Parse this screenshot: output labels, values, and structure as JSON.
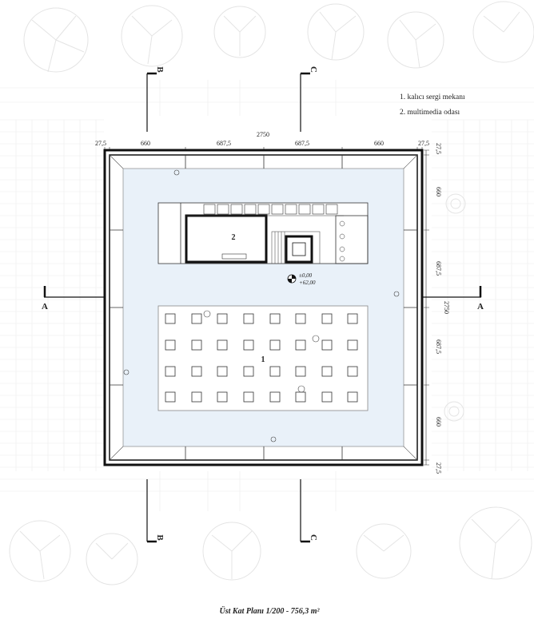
{
  "legend": {
    "item1": "1. kalıcı sergi mekanı",
    "item2": "2. multimedia odası"
  },
  "rooms": {
    "r1": "1",
    "r2": "2"
  },
  "sections": {
    "a": "A",
    "b": "B",
    "c": "C"
  },
  "dimensions": {
    "top": [
      "27,5",
      "660",
      "687,5",
      "687,5",
      "660",
      "27,5"
    ],
    "total": "2750",
    "right": [
      "27,5",
      "660",
      "687,5",
      "687,5",
      "660",
      "27,5"
    ]
  },
  "elevation": {
    "ground": "±0,00",
    "sea": "+62,00"
  },
  "caption": "Üst Kat Planı 1/200 - 756,3 m²",
  "colors": {
    "floor": "#e9f1f9",
    "hall": "#ffffff",
    "wall": "#111111",
    "background_tree": "#e6e6e6"
  }
}
